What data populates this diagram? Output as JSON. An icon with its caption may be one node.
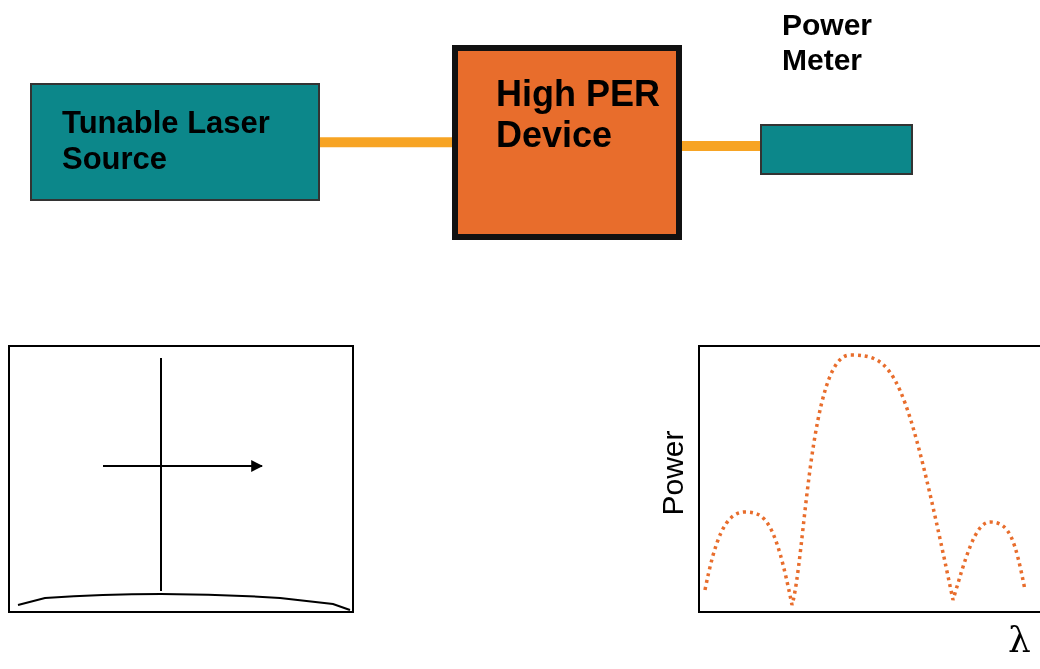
{
  "diagram": {
    "nodes": [
      {
        "text": [
          "Tunable Laser Source"
        ]
      },
      {
        "text": [
          "High PER Device"
        ]
      },
      {
        "text": [
          "Power Meter"
        ]
      }
    ],
    "edges": [
      {
        "from": 0,
        "to": 1,
        "arrow": "none"
      },
      {
        "from": 1,
        "to": 2,
        "arrow": "none"
      }
    ],
    "labels": [
      "Power",
      "λ"
    ]
  }
}
